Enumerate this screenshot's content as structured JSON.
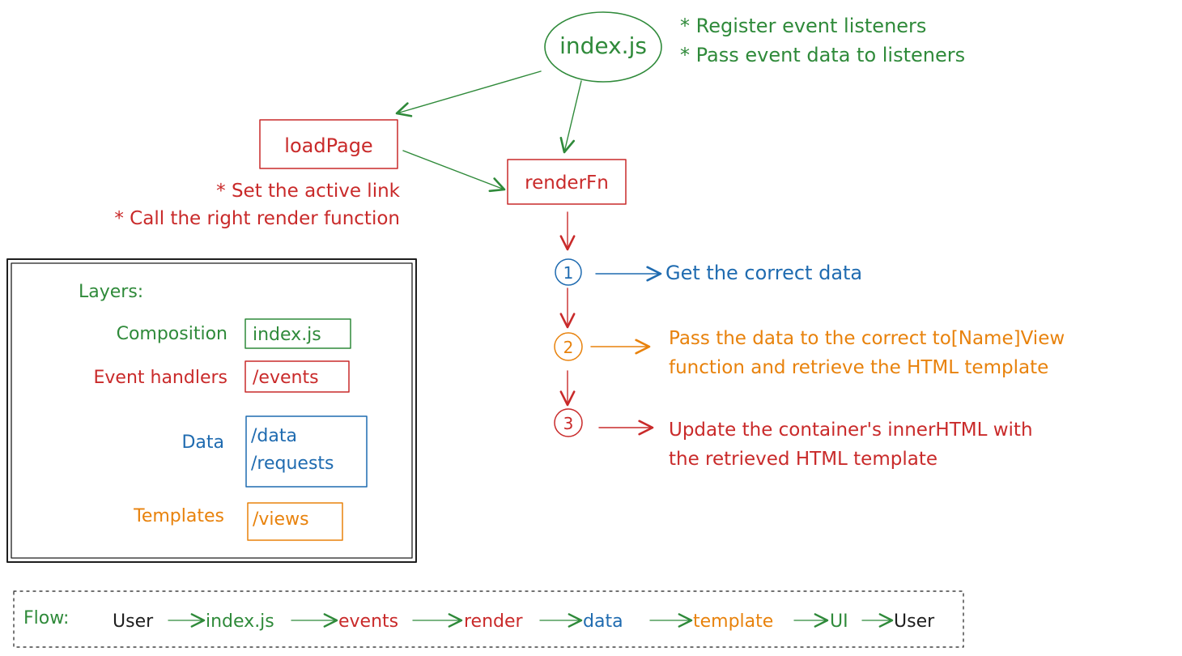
{
  "colors": {
    "green": "#2f8a3a",
    "red": "#c92a2a",
    "blue": "#1f6bb0",
    "orange": "#e8820c",
    "black": "#1e1e1e"
  },
  "nodes": {
    "index_js": "index.js",
    "load_page": "loadPage",
    "render_fn": "renderFn"
  },
  "notes": {
    "index_js": [
      "* Register event listeners",
      "* Pass event data to listeners"
    ],
    "load_page": [
      "* Set the active link",
      "* Call the right render function"
    ]
  },
  "steps": [
    {
      "number": "1",
      "lines": [
        "Get the correct data"
      ],
      "color": "#1f6bb0"
    },
    {
      "number": "2",
      "lines": [
        "Pass the data to the correct to[Name]View",
        "function and retrieve the HTML template"
      ],
      "color": "#e8820c"
    },
    {
      "number": "3",
      "lines": [
        "Update the container's innerHTML with",
        "the retrieved HTML template"
      ],
      "color": "#c92a2a"
    }
  ],
  "layers": {
    "title": "Layers:",
    "rows": [
      {
        "label": "Composition",
        "items": [
          "index.js"
        ],
        "color": "#2f8a3a"
      },
      {
        "label": "Event handlers",
        "items": [
          "/events"
        ],
        "color": "#c92a2a"
      },
      {
        "label": "Data",
        "items": [
          "/data",
          "/requests"
        ],
        "color": "#1f6bb0"
      },
      {
        "label": "Templates",
        "items": [
          "/views"
        ],
        "color": "#e8820c"
      }
    ]
  },
  "flow": {
    "label": "Flow:",
    "items": [
      {
        "text": "User",
        "color": "#1e1e1e"
      },
      {
        "text": "index.js",
        "color": "#2f8a3a"
      },
      {
        "text": "events",
        "color": "#c92a2a"
      },
      {
        "text": "render",
        "color": "#c92a2a"
      },
      {
        "text": "data",
        "color": "#1f6bb0"
      },
      {
        "text": "template",
        "color": "#e8820c"
      },
      {
        "text": "UI",
        "color": "#2f8a3a"
      },
      {
        "text": "User",
        "color": "#1e1e1e"
      }
    ]
  }
}
